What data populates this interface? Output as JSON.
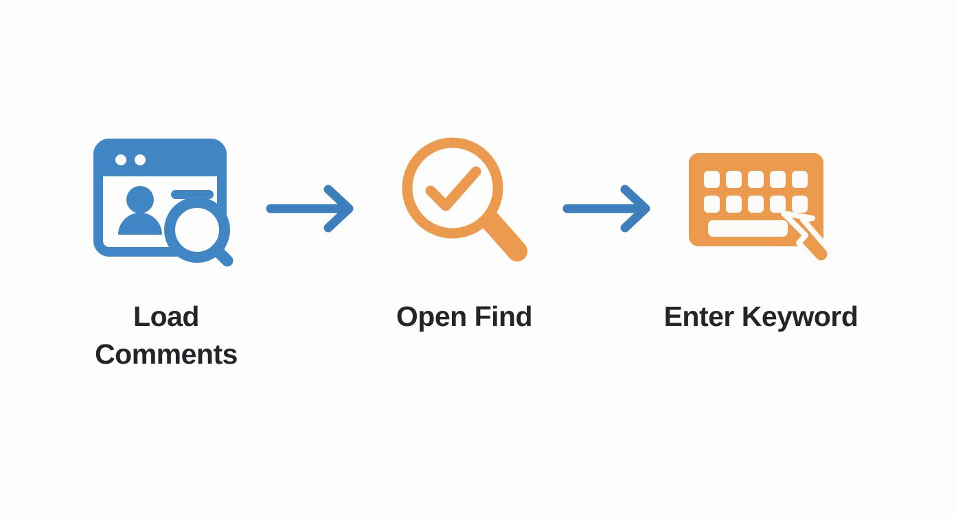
{
  "diagram": {
    "type": "horizontal-process-flow",
    "background_color": "#fdfdfd",
    "title": "",
    "steps": [
      {
        "index": 1,
        "label": "Load Comments",
        "icon": "browser-window-user-search-icon",
        "icon_description": "Browser window containing a user avatar with two text lines and an overlapping magnifying glass",
        "color": "#4186c4"
      },
      {
        "index": 2,
        "label": "Open Find",
        "icon": "magnifier-check-icon",
        "icon_description": "Magnifying glass with a checkmark inside the lens",
        "color": "#eb9a4e"
      },
      {
        "index": 3,
        "label": "Enter Keyword",
        "icon": "keyboard-pointer-icon",
        "icon_description": "Keyboard with twelve keys and a spacebar, with a hand pointer cursor clicking it",
        "color": "#eb9a4e"
      }
    ],
    "connectors": [
      {
        "index": 1,
        "icon": "arrow-right-icon",
        "from": "Load Comments",
        "to": "Open Find",
        "color": "#3d7fbd"
      },
      {
        "index": 2,
        "icon": "arrow-right-icon",
        "from": "Open Find",
        "to": "Enter Keyword",
        "color": "#3d7fbd"
      }
    ],
    "colors": {
      "blue": "#4186c4",
      "blue_arrow": "#3d7fbd",
      "orange": "#eb9a4e",
      "text": "#232529",
      "background": "#fdfdfd",
      "icon_inner": "#fcfbf9"
    }
  }
}
